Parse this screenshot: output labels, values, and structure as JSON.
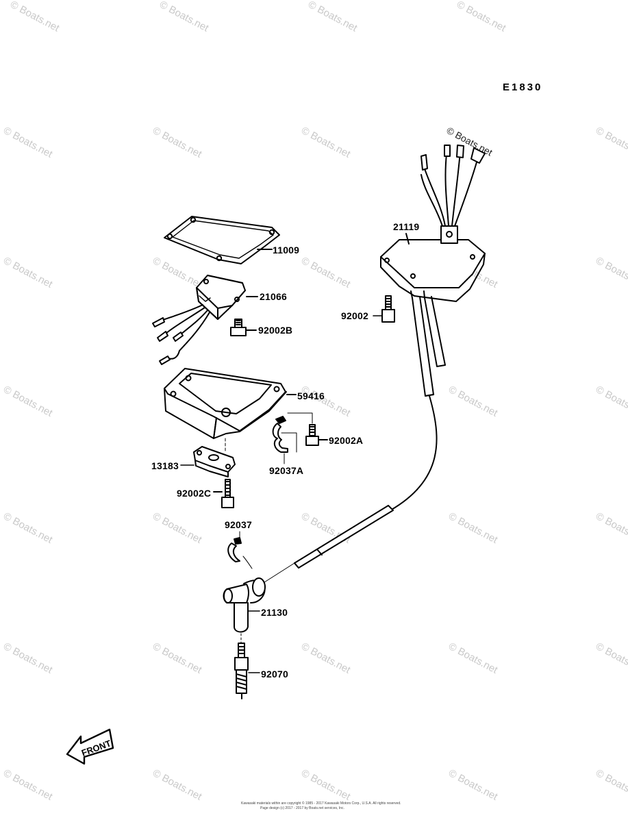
{
  "diagram_code": "E1830",
  "watermark": "© Boats.net",
  "front_label": "FRONT",
  "copyright_line1": "Kawasaki materials within are copyright © 1985 - 2017 Kawasaki Motors Corp., U.S.A. All rights reserved.",
  "copyright_line2": "Page design (c) 2017 - 2017 by Boats.net services, Inc.",
  "parts": [
    {
      "id": "11009",
      "label": "11009"
    },
    {
      "id": "21066",
      "label": "21066"
    },
    {
      "id": "92002B",
      "label": "92002B"
    },
    {
      "id": "59416",
      "label": "59416"
    },
    {
      "id": "92002A",
      "label": "92002A"
    },
    {
      "id": "92037A",
      "label": "92037A"
    },
    {
      "id": "13183",
      "label": "13183"
    },
    {
      "id": "92002C",
      "label": "92002C"
    },
    {
      "id": "92037",
      "label": "92037"
    },
    {
      "id": "21130",
      "label": "21130"
    },
    {
      "id": "92070",
      "label": "92070"
    },
    {
      "id": "21119",
      "label": "21119"
    },
    {
      "id": "92002",
      "label": "92002"
    }
  ]
}
